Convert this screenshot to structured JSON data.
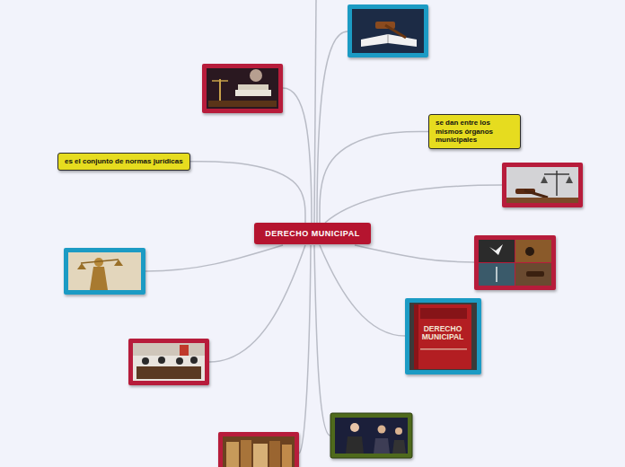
{
  "diagram": {
    "nodes": [
      {
        "text": [
          "se dan entre los mismos órganos municipales"
        ]
      },
      {
        "text": [
          "es el conjunto de normas jurídicas"
        ]
      },
      {
        "text": [
          "DERECHO MUNICIPAL"
        ]
      }
    ],
    "edges": [
      {
        "from": 2,
        "to": 0,
        "arrow": "none"
      },
      {
        "from": 2,
        "to": 1,
        "arrow": "none"
      }
    ],
    "labels": [
      "DERECHO MUNICIPAL"
    ]
  }
}
